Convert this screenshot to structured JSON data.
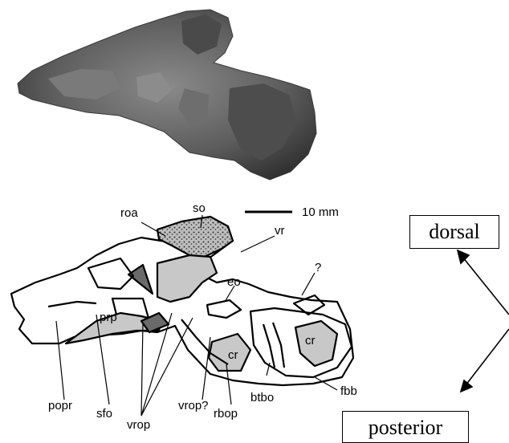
{
  "scale_bar": {
    "label": "10 mm"
  },
  "labels": {
    "roa": "roa",
    "so": "so",
    "vr": "vr",
    "eo": "eo",
    "question_top": "?",
    "cr_right": "cr",
    "cr_middle": "cr",
    "fbb": "fbb",
    "btbo": "btbo",
    "rbop": "rbop",
    "vrop_q": "vrop?",
    "vrop": "vrop",
    "sfo": "sfo",
    "prp": "prp",
    "popr": "popr"
  },
  "orientation": {
    "dorsal": "dorsal",
    "posterior": "posterior"
  },
  "colors": {
    "ink": "#000000",
    "bone_fill": "#ffffff",
    "shade_fill": "#c8c8c8",
    "dark_fill": "#6a6a6a",
    "photo": "#5f5f5f"
  }
}
